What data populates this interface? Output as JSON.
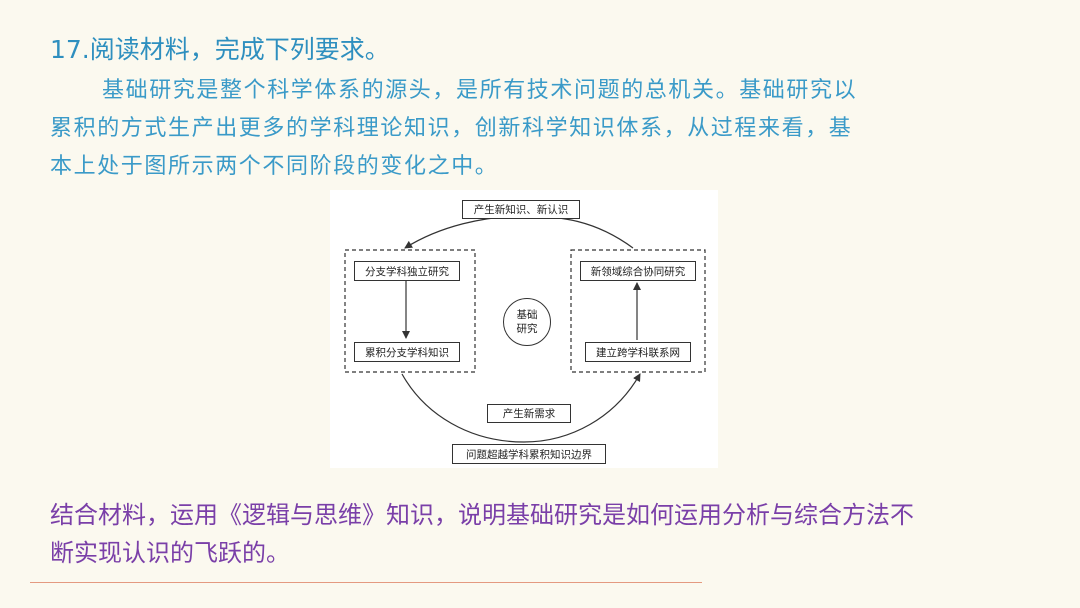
{
  "question": {
    "title": "17.阅读材料，完成下列要求。"
  },
  "passage": {
    "lines": [
      "基础研究是整个科学体系的源头，是所有技术问题的总机关。基础研究以",
      "累积的方式生产出更多的学科理论知识，创新科学知识体系，从过程来看，基",
      "本上处于图所示两个不同阶段的变化之中。"
    ]
  },
  "diagram": {
    "top_label": "产生新知识、新认识",
    "left_top": "分支学科独立研究",
    "left_bottom": "累积分支学科知识",
    "right_top": "新领域综合协同研究",
    "right_bottom": "建立跨学科联系网",
    "center_line1": "基础",
    "center_line2": "研究",
    "middle_bottom": "产生新需求",
    "bottom_label": "问题超越学科累积知识边界"
  },
  "task": {
    "lines": [
      "结合材料，运用《逻辑与思维》知识，说明基础研究是如何运用分析与综合方法不",
      "断实现认识的飞跃的。"
    ]
  },
  "colors": {
    "title": "#2e8fbf",
    "passage": "#3a9ac8",
    "task": "#7a3fa8",
    "rule": "#e49a80",
    "background": "#fbf9ef"
  }
}
